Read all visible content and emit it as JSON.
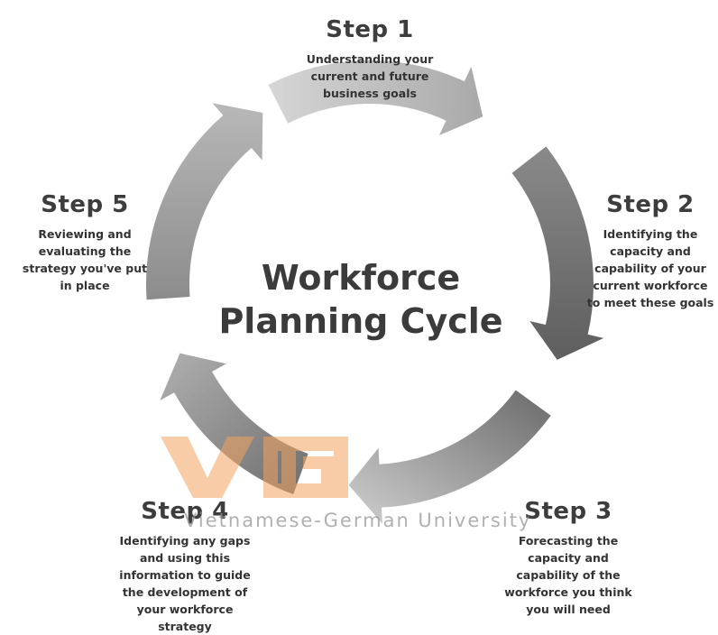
{
  "title": {
    "line1": "Workforce",
    "line2": "Planning Cycle"
  },
  "steps": [
    {
      "title": "Step 1",
      "desc": [
        "Understanding your",
        "current and future",
        "business goals"
      ]
    },
    {
      "title": "Step 2",
      "desc": [
        "Identifying the",
        "capacity and",
        "capability of your",
        "current workforce",
        "to meet these goals"
      ]
    },
    {
      "title": "Step 3",
      "desc": [
        "Forecasting the",
        "capacity and",
        "capability of the",
        "workforce you think",
        "you will need"
      ]
    },
    {
      "title": "Step 4",
      "desc": [
        "Identifying any gaps",
        "and using this",
        "information to guide",
        "the development of",
        "your workforce",
        "strategy"
      ]
    },
    {
      "title": "Step 5",
      "desc": [
        "Reviewing and",
        "evaluating the",
        "strategy you've put",
        "in place"
      ]
    }
  ],
  "watermark": {
    "logo": "VGU",
    "text": "Vietnamese-German University",
    "color": "#f0a060"
  },
  "colors": {
    "arrow_light": "#c4c4c4",
    "arrow_mid": "#9a9a9a",
    "arrow_dark": "#6e6e6e",
    "text": "#3d3d3d"
  }
}
